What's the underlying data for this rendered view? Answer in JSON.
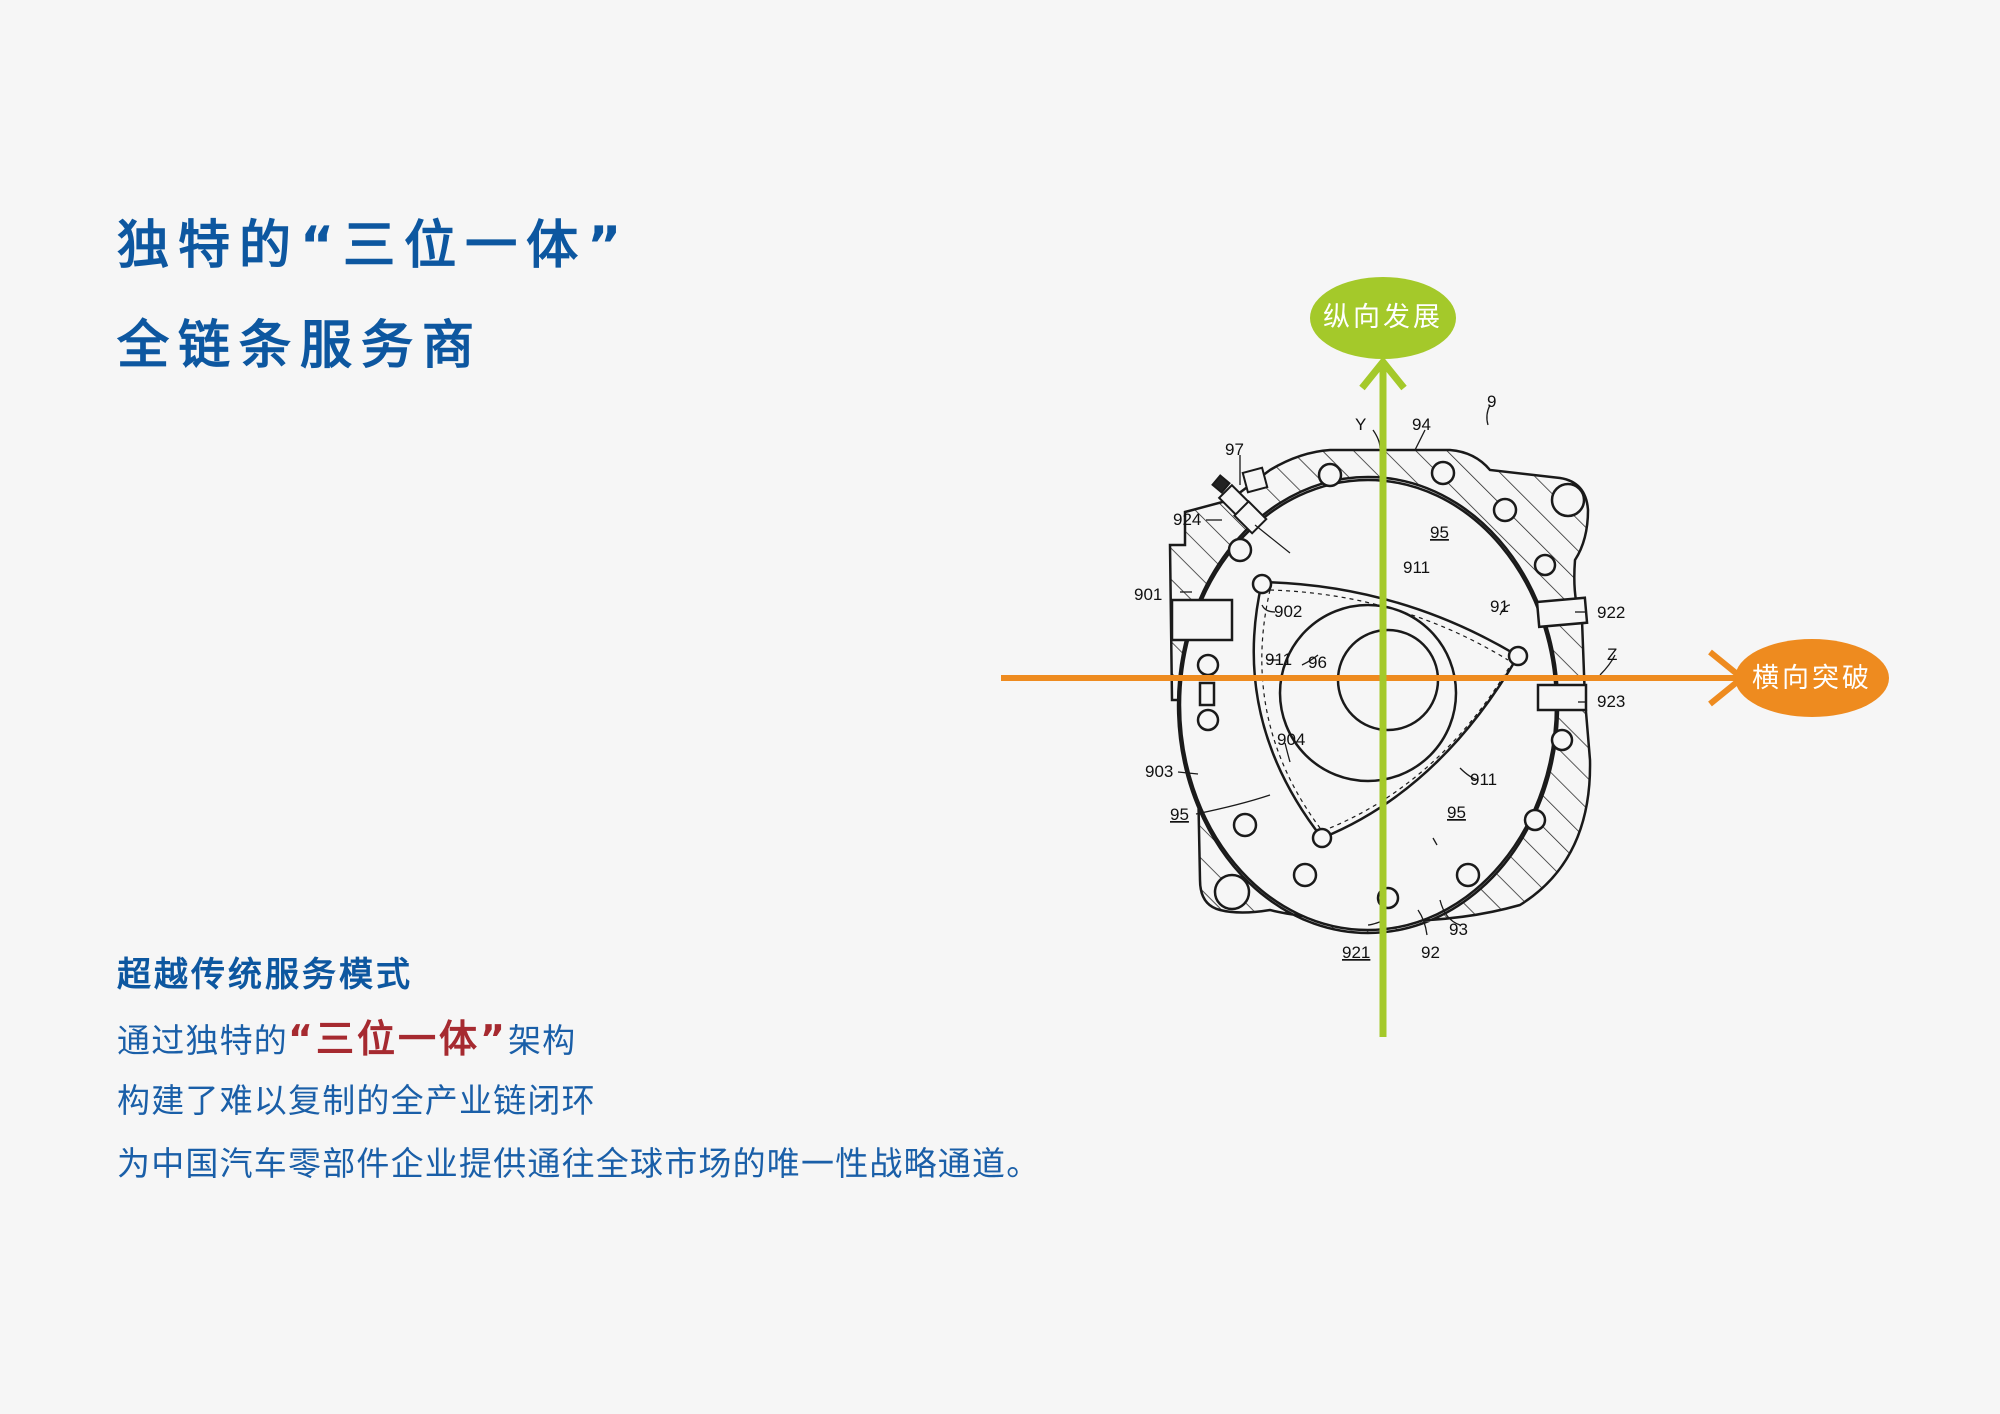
{
  "heading": {
    "line1": "独特的“三位一体”",
    "line2": "全链条服务商"
  },
  "subtitle": "超越传统服务模式",
  "body": {
    "line1_prefix": "通过独特的",
    "line1_highlight": "“三位一体”",
    "line1_suffix": "架构",
    "line2": "构建了难以复制的全产业链闭环",
    "line3": "为中国汽车零部件企业提供通往全球市场的唯一性战略通道。"
  },
  "diagram": {
    "vertical_axis": {
      "label": "纵向发展",
      "color": "#a4c92a"
    },
    "horizontal_axis": {
      "label": "横向突破",
      "color": "#ee8b1f"
    },
    "engine_labels": {
      "l9": "9",
      "l94": "94",
      "lY": "Y",
      "l97": "97",
      "l924": "924",
      "l95a": "95",
      "l911a": "911",
      "l901": "901",
      "l902": "902",
      "l91": "91",
      "l922": "922",
      "lZ": "Z",
      "l911b": "911",
      "l96": "96",
      "l923": "923",
      "l904": "904",
      "l903": "903",
      "l911c": "911",
      "l95b": "95",
      "l95c": "95",
      "l93": "93",
      "l921": "921",
      "l92": "92"
    }
  },
  "colors": {
    "background": "#f6f6f6",
    "heading_blue": "#0d57a0",
    "body_blue": "#1a5fa8",
    "highlight_red": "#a62a30"
  }
}
